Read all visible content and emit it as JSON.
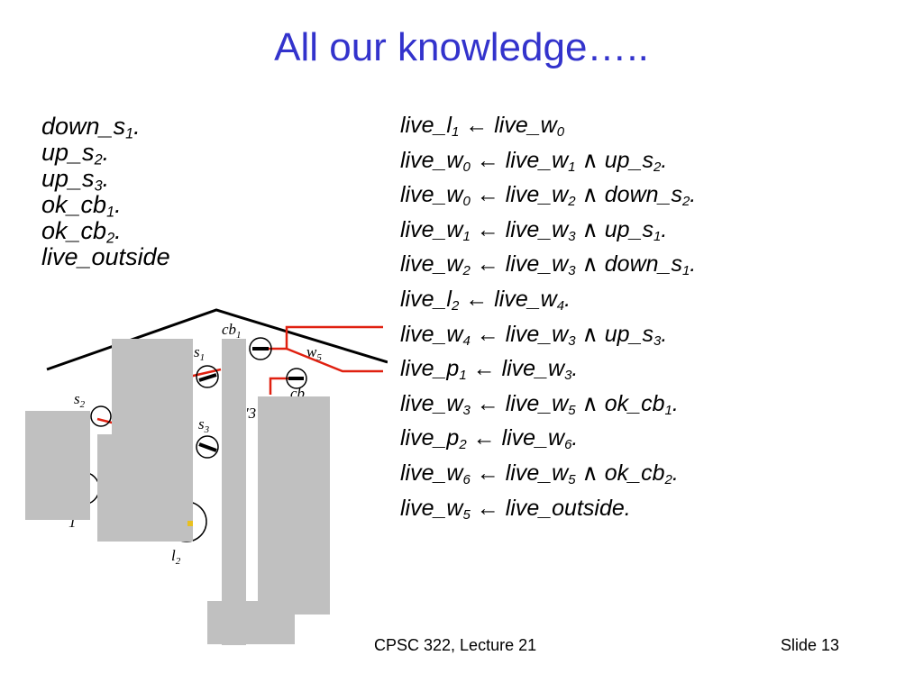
{
  "slide": {
    "title": "All our knowledge…..",
    "footer_course": "CPSC 322, Lecture 21",
    "footer_slide": "Slide 13"
  },
  "facts": [
    {
      "base": "down_s",
      "sub": "1",
      "tail": "."
    },
    {
      "base": "up_s",
      "sub": "2",
      "tail": "."
    },
    {
      "base": "up_s",
      "sub": "3",
      "tail": "."
    },
    {
      "base": "ok_cb",
      "sub": "1",
      "tail": "."
    },
    {
      "base": "ok_cb",
      "sub": "2",
      "tail": "."
    },
    {
      "base": "live_outside",
      "sub": "",
      "tail": ""
    }
  ],
  "rules": [
    {
      "head": {
        "b": "live_l",
        "s": "1"
      },
      "body": [
        {
          "b": "live_w",
          "s": "0"
        }
      ],
      "end": ""
    },
    {
      "head": {
        "b": "live_w",
        "s": "0"
      },
      "body": [
        {
          "b": "live_w",
          "s": "1"
        },
        {
          "b": "up_s",
          "s": "2"
        }
      ],
      "end": "."
    },
    {
      "head": {
        "b": "live_w",
        "s": "0"
      },
      "body": [
        {
          "b": "live_w",
          "s": "2"
        },
        {
          "b": "down_s",
          "s": "2"
        }
      ],
      "end": "."
    },
    {
      "head": {
        "b": "live_w",
        "s": "1"
      },
      "body": [
        {
          "b": "live_w",
          "s": "3"
        },
        {
          "b": "up_s",
          "s": "1"
        }
      ],
      "end": "."
    },
    {
      "head": {
        "b": "live_w",
        "s": "2"
      },
      "body": [
        {
          "b": "live_w",
          "s": "3"
        },
        {
          "b": "down_s",
          "s": "1"
        }
      ],
      "end": "."
    },
    {
      "head": {
        "b": "live_l",
        "s": "2"
      },
      "body": [
        {
          "b": "live_w",
          "s": "4"
        }
      ],
      "end": "."
    },
    {
      "head": {
        "b": "live_w",
        "s": "4"
      },
      "body": [
        {
          "b": "live_w",
          "s": "3"
        },
        {
          "b": "up_s",
          "s": "3"
        }
      ],
      "end": "."
    },
    {
      "head": {
        "b": "live_p",
        "s": "1"
      },
      "body": [
        {
          "b": "live_w",
          "s": "3"
        }
      ],
      "end": "."
    },
    {
      "head": {
        "b": "live_w",
        "s": "3"
      },
      "body": [
        {
          "b": "live_w",
          "s": "5"
        },
        {
          "b": "ok_cb",
          "s": "1"
        }
      ],
      "end": "."
    },
    {
      "head": {
        "b": "live_p",
        "s": "2"
      },
      "body": [
        {
          "b": "live_w",
          "s": "6"
        }
      ],
      "end": "."
    },
    {
      "head": {
        "b": "live_w",
        "s": "6"
      },
      "body": [
        {
          "b": "live_w",
          "s": "5"
        },
        {
          "b": "ok_cb",
          "s": "2"
        }
      ],
      "end": "."
    },
    {
      "head": {
        "b": "live_w",
        "s": "5"
      },
      "body": [
        {
          "b": "live_outside",
          "s": ""
        }
      ],
      "end": "."
    }
  ],
  "symbols": {
    "arrow": "←",
    "and": "∧"
  },
  "diagram_labels": {
    "cb1": {
      "b": "cb",
      "s": "1"
    },
    "w5": {
      "b": "w",
      "s": "5"
    },
    "s1": {
      "b": "s",
      "s": "1"
    },
    "s2": {
      "b": "s",
      "s": "2"
    },
    "s3": {
      "b": "s",
      "s": "3"
    },
    "l2": {
      "b": "l",
      "s": "2"
    },
    "w3_partial": "'3",
    "l1_partial": "1",
    "cb2_partial": "cb"
  },
  "colors": {
    "title": "#3333cc",
    "wire": "#e02010",
    "blocker": "#c0c0c0"
  }
}
